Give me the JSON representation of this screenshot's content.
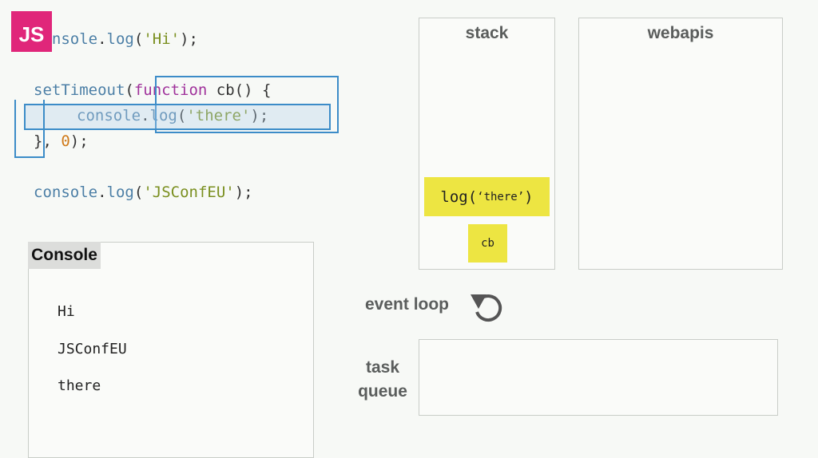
{
  "logo": {
    "text": "JS",
    "color": "#e0267a"
  },
  "code": {
    "l1": {
      "obj": "console",
      "dot": ".",
      "fn": "log",
      "open": "(",
      "str": "'Hi'",
      "close": ");"
    },
    "l2": {
      "fn": "setTimeout",
      "open": "(",
      "kw": "function",
      "rest": " cb() {"
    },
    "l3": {
      "obj": "console",
      "dot": ".",
      "fn": "log",
      "open": "(",
      "str": "'there'",
      "close": ");"
    },
    "l4": {
      "brace": "}",
      "comma": ", ",
      "num": "0",
      "close": ");"
    },
    "l5": {
      "obj": "console",
      "dot": ".",
      "fn": "log",
      "open": "(",
      "str": "'JSConfEU'",
      "close": ");"
    }
  },
  "stack": {
    "title": "stack",
    "frames": [
      {
        "label": "cb"
      },
      {
        "label_main": "log(",
        "label_arg": "‘there’",
        "label_end": ")"
      }
    ]
  },
  "webapis": {
    "title": "webapis"
  },
  "event_loop": {
    "label": "event loop",
    "icon": "refresh-cycle-icon"
  },
  "task_queue": {
    "label_line1": "task",
    "label_line2": "queue"
  },
  "console": {
    "title": "Console",
    "output": [
      "Hi",
      "JSConfEU",
      "there"
    ]
  },
  "colors": {
    "frame": "#ede542",
    "highlight": "#3c8cc8",
    "keyword": "#a0329b",
    "string": "#7a8f1f"
  }
}
